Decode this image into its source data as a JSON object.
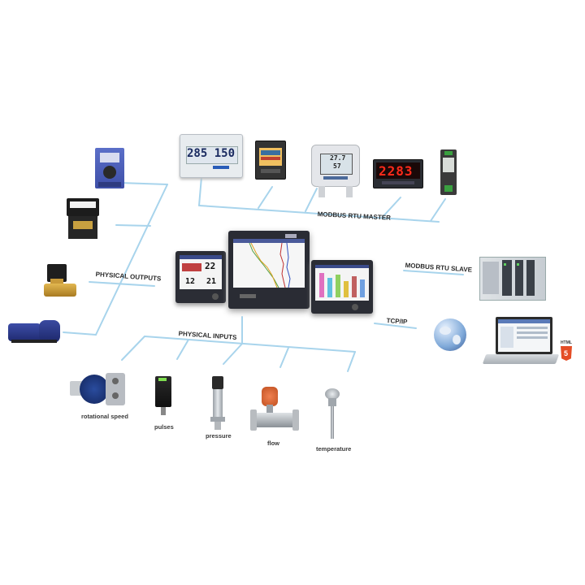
{
  "labels": {
    "master": "MODBUS RTU MASTER",
    "slave": "MODBUS RTU SLAVE",
    "tcp": "TCP/IP",
    "outputs": "PHYSICAL OUTPUTS",
    "inputs": "PHYSICAL INPUTS"
  },
  "sensors": {
    "rotational": "rotational speed",
    "pulses": "pulses",
    "pressure": "pressure",
    "flow": "flow",
    "temperature": "temperature"
  },
  "devices": {
    "big_display": "285 150",
    "red_display": "2283",
    "thermo_top": "27.7",
    "thermo_bottom": "57",
    "left_panel_top": "22",
    "left_panel_a": "12",
    "left_panel_b": "21",
    "html5_badge": "HTML"
  },
  "colors": {
    "line": "#9fd0ea",
    "label": "#2a2a2a"
  }
}
